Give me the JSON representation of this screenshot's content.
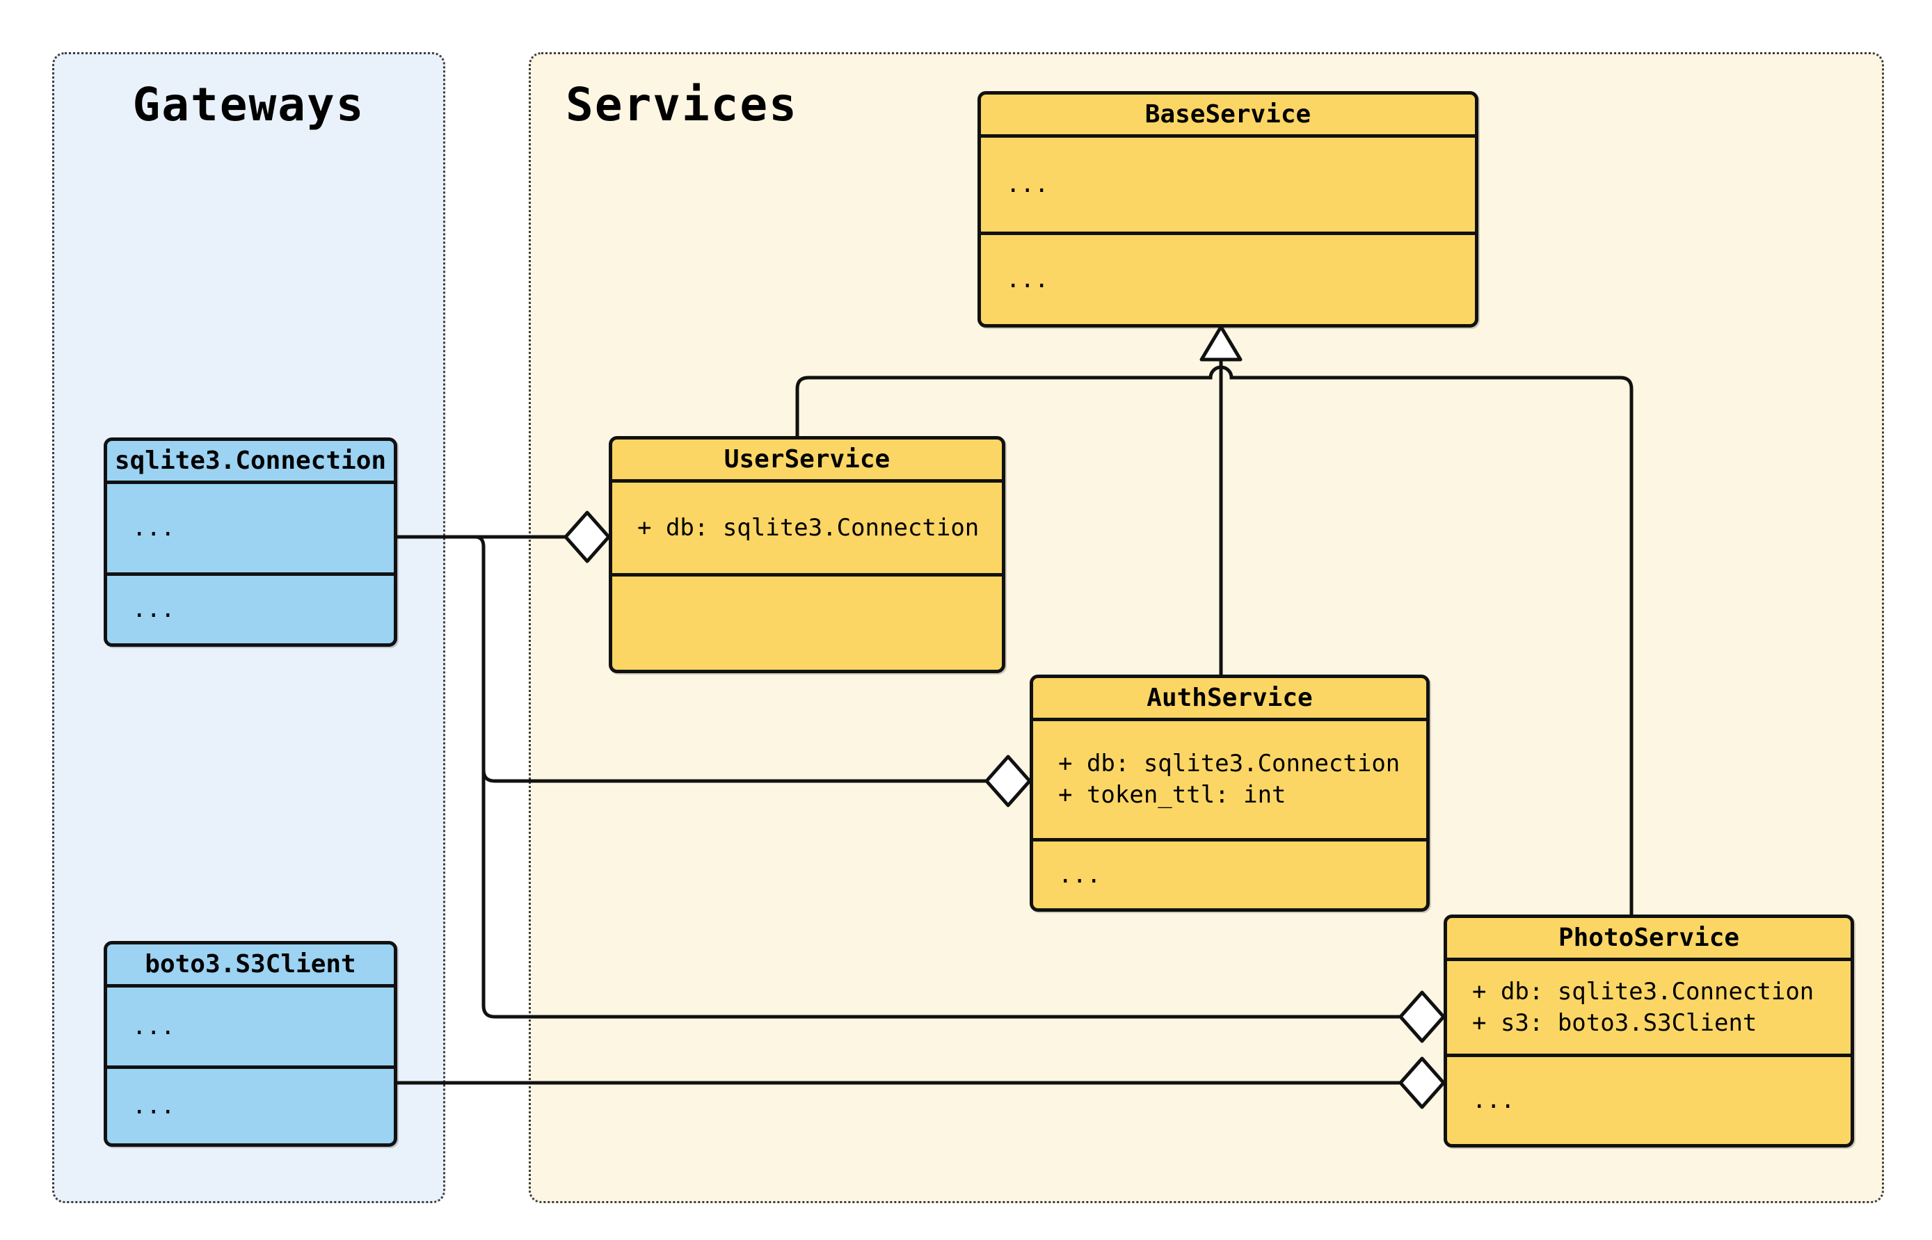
{
  "diagram_type": "UML class diagram",
  "theme": {
    "stroke": "#111111",
    "class_fill_blue": "#9cd2f2",
    "class_fill_yellow": "#fbd664",
    "panel_fill_blue": "#e9f1fb",
    "panel_fill_cream": "#fdf6e3",
    "canvas_bg": "#ffffff"
  },
  "panels": {
    "gateways": {
      "title": "Gateways",
      "classes": {
        "sqlite3_connection": {
          "name": "sqlite3.Connection",
          "attributes": [
            "..."
          ],
          "methods": [
            "..."
          ]
        },
        "boto3_s3client": {
          "name": "boto3.S3Client",
          "attributes": [
            "..."
          ],
          "methods": [
            "..."
          ]
        }
      }
    },
    "services": {
      "title": "Services",
      "classes": {
        "base_service": {
          "name": "BaseService",
          "attributes": [
            "..."
          ],
          "methods": [
            "..."
          ]
        },
        "user_service": {
          "name": "UserService",
          "attributes": [
            "+ db: sqlite3.Connection"
          ],
          "methods": []
        },
        "auth_service": {
          "name": "AuthService",
          "attributes": [
            "+ db: sqlite3.Connection",
            "+ token_ttl: int"
          ],
          "methods": [
            "..."
          ]
        },
        "photo_service": {
          "name": "PhotoService",
          "attributes": [
            "+ db: sqlite3.Connection",
            "+ s3: boto3.S3Client"
          ],
          "methods": [
            "..."
          ]
        }
      }
    }
  },
  "relationships": [
    {
      "type": "inheritance",
      "child": "UserService",
      "parent": "BaseService"
    },
    {
      "type": "inheritance",
      "child": "AuthService",
      "parent": "BaseService"
    },
    {
      "type": "inheritance",
      "child": "PhotoService",
      "parent": "BaseService"
    },
    {
      "type": "aggregation",
      "part": "sqlite3.Connection",
      "whole": "UserService"
    },
    {
      "type": "aggregation",
      "part": "sqlite3.Connection",
      "whole": "AuthService"
    },
    {
      "type": "aggregation",
      "part": "sqlite3.Connection",
      "whole": "PhotoService"
    },
    {
      "type": "aggregation",
      "part": "boto3.S3Client",
      "whole": "PhotoService"
    }
  ]
}
